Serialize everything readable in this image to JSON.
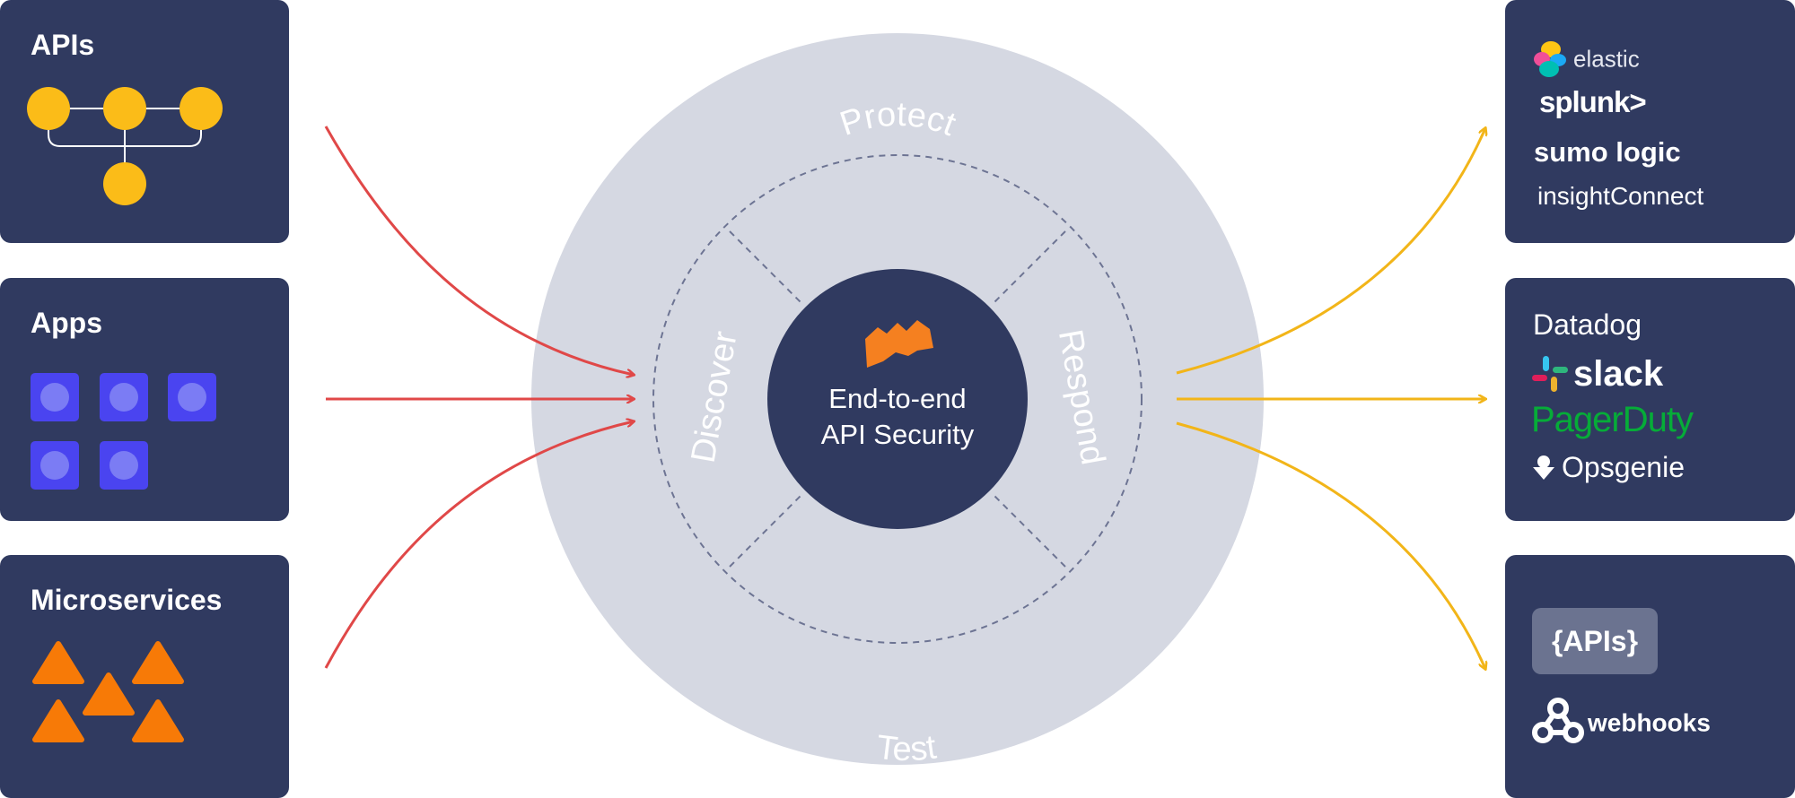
{
  "sources": {
    "apis": {
      "title": "APIs"
    },
    "apps": {
      "title": "Apps"
    },
    "microservices": {
      "title": "Microservices"
    }
  },
  "center": {
    "title_line1": "End-to-end",
    "title_line2": "API Security",
    "segments": {
      "top": "Protect",
      "left": "Discover",
      "right": "Respond",
      "bottom": "Test"
    }
  },
  "integrations": {
    "siem": [
      "elastic",
      "splunk>",
      "sumo logic",
      "insightConnect"
    ],
    "alerting": [
      "Datadog",
      "slack",
      "PagerDuty",
      "Opsgenie"
    ],
    "custom": [
      "{APIs}",
      "webhooks"
    ]
  },
  "colors": {
    "panel": "#303a60",
    "circle_outer": "#d5d8e2",
    "inbound_arrow": "#e04848",
    "outbound_arrow": "#f2b519",
    "node_yellow": "#fbbc18",
    "app_tile": "#4a44f0",
    "micro_orange": "#f77a07",
    "pagerduty_green": "#06ac38",
    "brand_orange": "#f58020"
  }
}
